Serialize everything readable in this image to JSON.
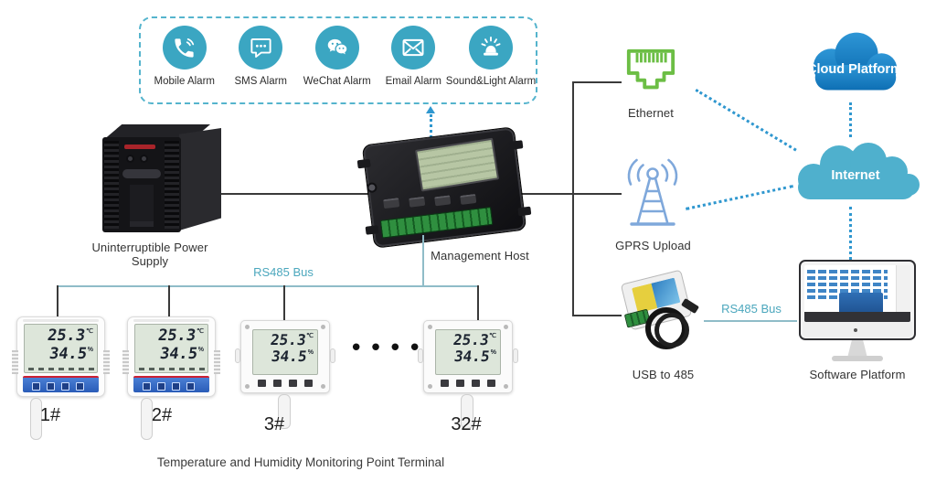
{
  "diagram": {
    "alarm_group": {
      "items": [
        {
          "icon": "phone-icon",
          "label": "Mobile Alarm"
        },
        {
          "icon": "sms-bubble-icon",
          "label": "SMS Alarm"
        },
        {
          "icon": "wechat-icon",
          "label": "WeChat Alarm"
        },
        {
          "icon": "envelope-icon",
          "label": "Email Alarm"
        },
        {
          "icon": "siren-icon",
          "label": "Sound&Light Alarm"
        }
      ]
    },
    "nodes": {
      "ups": "Uninterruptible Power Supply",
      "host": "Management Host",
      "ethernet": "Ethernet",
      "gprs": "GPRS Upload",
      "usb485": "USB to 485",
      "cloud_platform": "Cloud Platform",
      "internet": "Internet",
      "software": "Software Platform"
    },
    "bus_labels": {
      "left": "RS485 Bus",
      "right": "RS485 Bus"
    },
    "sensors": {
      "temp_value": "25.3",
      "temp_unit": "℃",
      "hum_value": "34.5",
      "hum_unit": "%",
      "labels": [
        "1#",
        "2#",
        "3#",
        "32#"
      ],
      "ellipsis": "••••••"
    },
    "caption": "Temperature and Humidity Monitoring Point Terminal",
    "colors": {
      "teal_icon": "#3BA6C2",
      "ethernet_green": "#6CBE45",
      "gprs_blue": "#7FA8DB",
      "cloud_platform_blue": "#1B82C4",
      "internet_teal": "#4FB0CD",
      "connector_dotted_blue": "#2F97CF",
      "bus_teal": "#8FBCC8"
    }
  }
}
